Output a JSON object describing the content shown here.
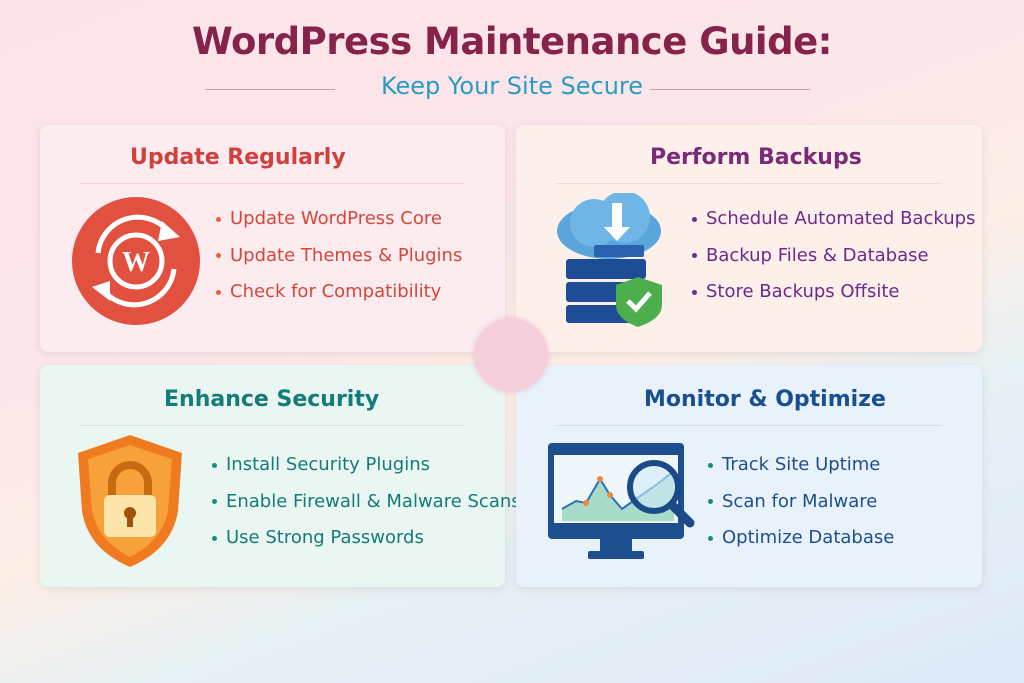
{
  "header": {
    "title": "WordPress Maintenance Guide:",
    "subtitle": "Keep Your Site Secure"
  },
  "cards": [
    {
      "title": "Update Regularly",
      "icon": "wordpress-update-icon",
      "items": [
        "Update WordPress Core",
        "Update Themes & Plugins",
        "Check for Compatibility"
      ],
      "title_color": "#d0403c",
      "text_color": "#d5473a"
    },
    {
      "title": "Perform Backups",
      "icon": "cloud-backup-server-icon",
      "items": [
        "Schedule Automated Backups",
        "Backup Files & Database",
        "Store Backups Offsite"
      ],
      "title_color": "#7b2a78",
      "text_color": "#6b2a8c"
    },
    {
      "title": "Enhance Security",
      "icon": "security-shield-lock-icon",
      "items": [
        "Install Security Plugins",
        "Enable Firewall & Malware Scans",
        "Use Strong Passwords"
      ],
      "title_color": "#137b78",
      "text_color": "#167a79"
    },
    {
      "title": "Monitor & Optimize",
      "icon": "monitor-magnifier-icon",
      "items": [
        "Track Site Uptime",
        "Scan for Malware",
        "Optimize Database"
      ],
      "title_color": "#184f90",
      "text_color": "#1d4f8e"
    }
  ]
}
